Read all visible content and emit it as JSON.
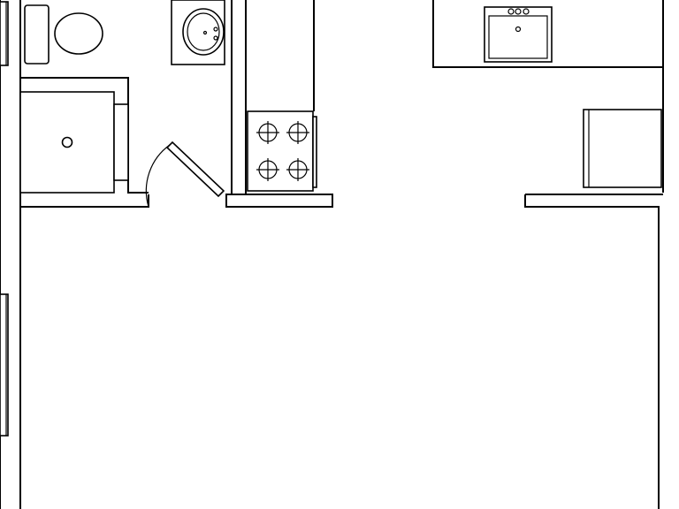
{
  "plan": {
    "line_color": "#000000",
    "fill_color": "#ffffff",
    "rooms": [
      "bathroom",
      "kitchen",
      "main-room"
    ],
    "fixtures": [
      "toilet",
      "bathroom-sink",
      "shower",
      "stove",
      "kitchen-sink",
      "refrigerator"
    ],
    "doors": [
      "bathroom-door"
    ],
    "windows": [
      "left-window-top",
      "left-window-lower"
    ]
  }
}
